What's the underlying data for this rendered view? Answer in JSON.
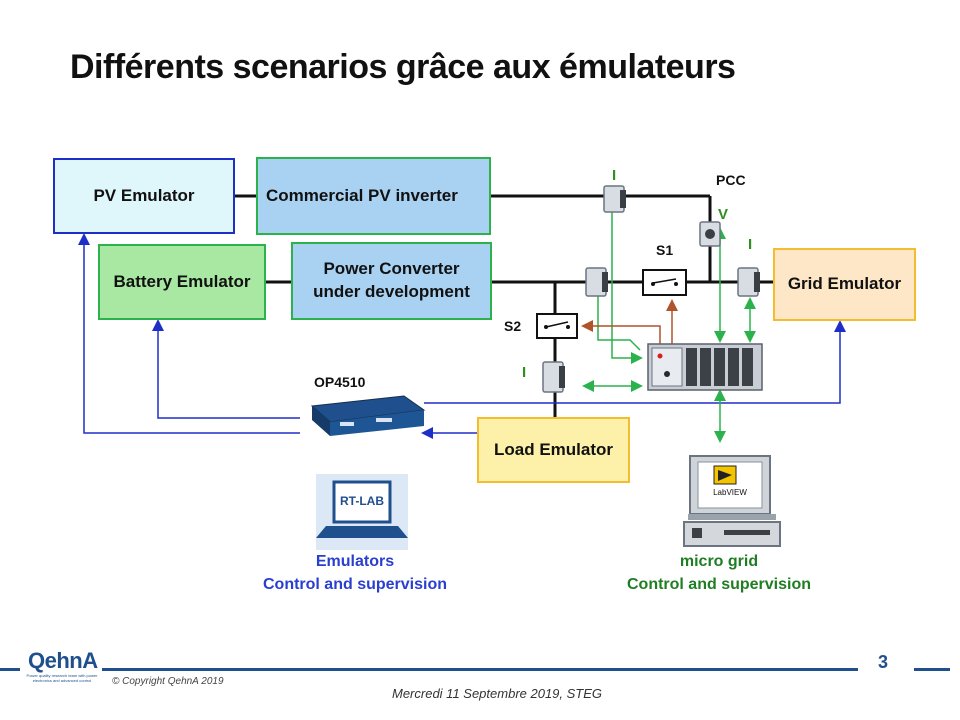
{
  "title": "Différents scenarios grâce aux émulateurs",
  "boxes": {
    "pv_emulator": "PV Emulator",
    "pv_inverter": "Commercial PV inverter",
    "battery_emulator": "Battery Emulator",
    "power_converter": "Power Converter under development",
    "grid_emulator": "Grid Emulator",
    "load_emulator": "Load Emulator"
  },
  "labels": {
    "pcc": "PCC",
    "s1": "S1",
    "s2": "S2",
    "op4510": "OP4510",
    "current_1": "I",
    "current_2": "I",
    "current_3": "I",
    "voltage": "V"
  },
  "rtlab": {
    "screen_text": "RT-LAB",
    "caption_line1": "Emulators",
    "caption_line2": "Control and supervision"
  },
  "labview": {
    "screen_text": "LabVIEW",
    "caption_line1": "micro grid",
    "caption_line2": "Control and supervision"
  },
  "footer": {
    "logo": "QehnA",
    "logo_subtitle": "Power quality research team with power electronics and advanced control",
    "copyright": "© Copyright  QehnA 2019",
    "date": "Mercredi 11 Septembre 2019, STEG",
    "page_number": "3"
  },
  "colors": {
    "signal_blue": "#1e2fc8",
    "signal_green": "#2bb24c",
    "signal_brown": "#b0542a",
    "power_line": "#111111",
    "brand": "#1f4f8c"
  }
}
